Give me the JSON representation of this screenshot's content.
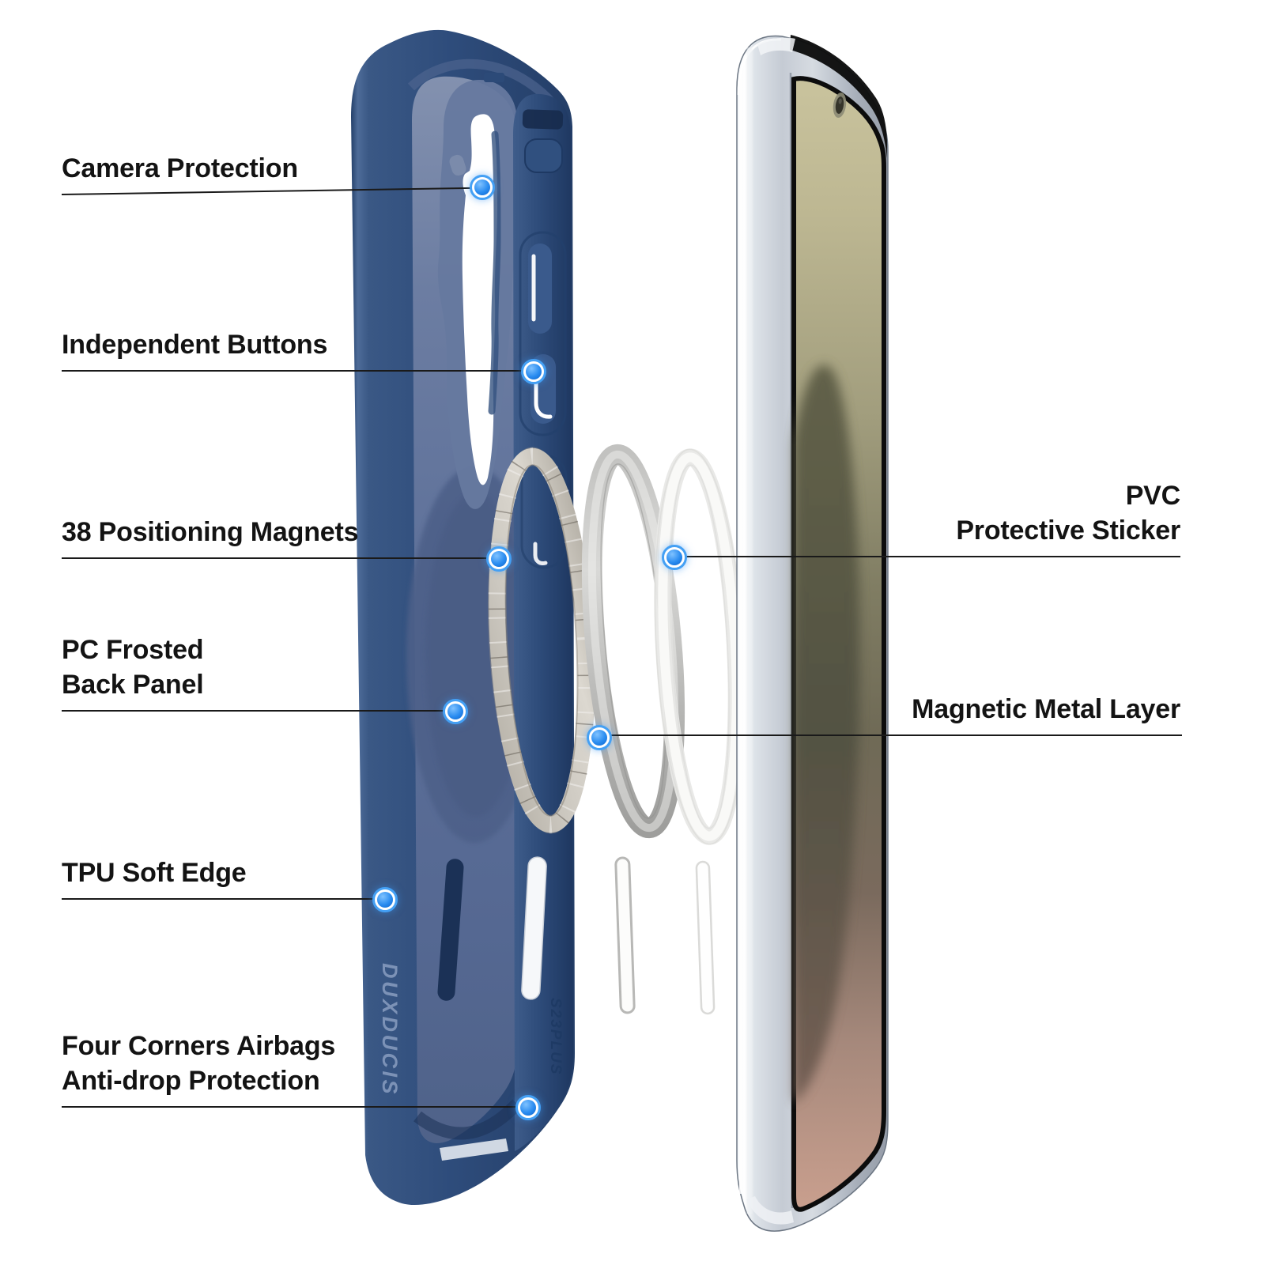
{
  "page": {
    "background": "#ffffff",
    "description": "Annotated product diagram of a magnetic phone case and phone"
  },
  "product": {
    "case": {
      "brand_text": "DUXDUCIS",
      "mold_text": "S23PLUS"
    }
  },
  "colors": {
    "accent_blue": "#2a8cf0",
    "callout_line": "#1a1a1a",
    "label_text": "#131313",
    "case_navy": "#2c4a78",
    "case_panel_slate": "#5d7099",
    "magnet_ring_metal": "#ccc8c0",
    "metal_ring_gray": "#c2c2c0",
    "pvc_ring_white": "#efefed",
    "phone_frame_silver": "#c5cbd4",
    "screen_khaki": "#c9c39d",
    "screen_rose": "#c99f8e"
  },
  "callouts": {
    "left": [
      {
        "lines": [
          "Camera Protection"
        ]
      },
      {
        "lines": [
          "Independent Buttons"
        ]
      },
      {
        "lines": [
          "38 Positioning Magnets"
        ]
      },
      {
        "lines": [
          "PC Frosted",
          "Back Panel"
        ]
      },
      {
        "lines": [
          "TPU Soft Edge"
        ]
      },
      {
        "lines": [
          "Four Corners Airbags",
          "Anti-drop Protection"
        ]
      }
    ],
    "right": [
      {
        "lines": [
          "PVC",
          "Protective Sticker"
        ]
      },
      {
        "lines": [
          "Magnetic Metal Layer"
        ]
      }
    ]
  }
}
